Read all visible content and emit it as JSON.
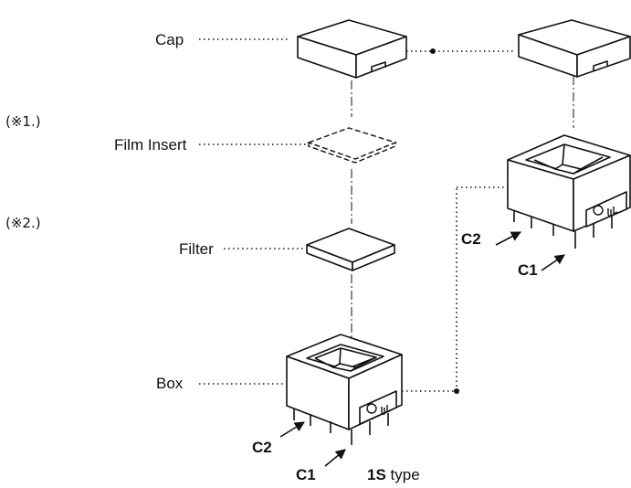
{
  "labels": {
    "cap": "Cap",
    "film_insert": "Film Insert",
    "filter": "Filter",
    "box": "Box",
    "note1": "(※1.)",
    "note2": "(※2.)",
    "c2": "C2",
    "c1": "C1",
    "c2_right": "C2",
    "c1_right": "C1",
    "type_bold": "1S",
    "type_rest": " type"
  },
  "colors": {
    "line": "#111111",
    "background": "#ffffff"
  }
}
